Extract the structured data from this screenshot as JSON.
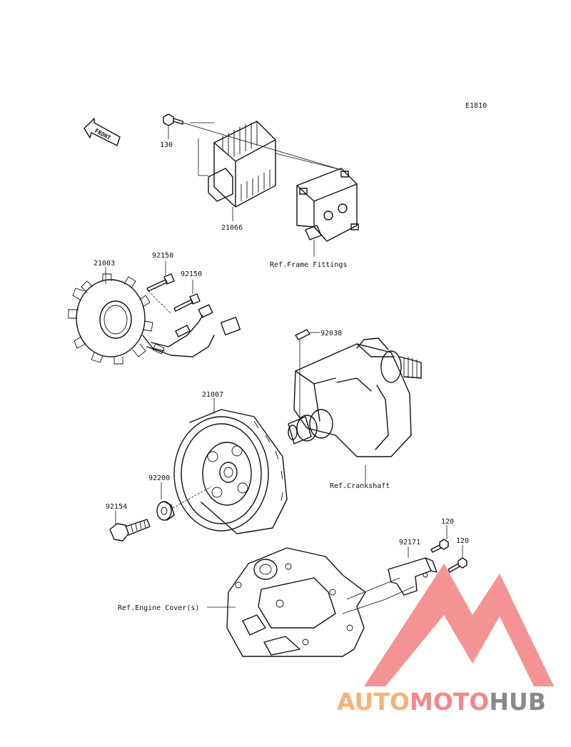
{
  "diagram": {
    "code": "E1810",
    "front_arrow": "FRONT",
    "parts": [
      {
        "number": "130"
      },
      {
        "number": "21066"
      },
      {
        "number": "21003"
      },
      {
        "number": "92150"
      },
      {
        "number": "92150"
      },
      {
        "number": "92038"
      },
      {
        "number": "21007"
      },
      {
        "number": "92200"
      },
      {
        "number": "92154"
      },
      {
        "number": "120"
      },
      {
        "number": "120"
      },
      {
        "number": "92171"
      }
    ],
    "references": [
      {
        "text": "Ref.Frame Fittings"
      },
      {
        "text": "Ref.Crankshaft"
      },
      {
        "text": "Ref.Engine Cover(s)"
      }
    ]
  },
  "watermark": {
    "part1": "AUTO",
    "part2": "MOTO",
    "part3": "HUB",
    "colors": {
      "part1": "#f7b27a",
      "part2": "#f08a8a",
      "part3": "#8a8a8a",
      "logo": "#ef6f6f"
    }
  }
}
